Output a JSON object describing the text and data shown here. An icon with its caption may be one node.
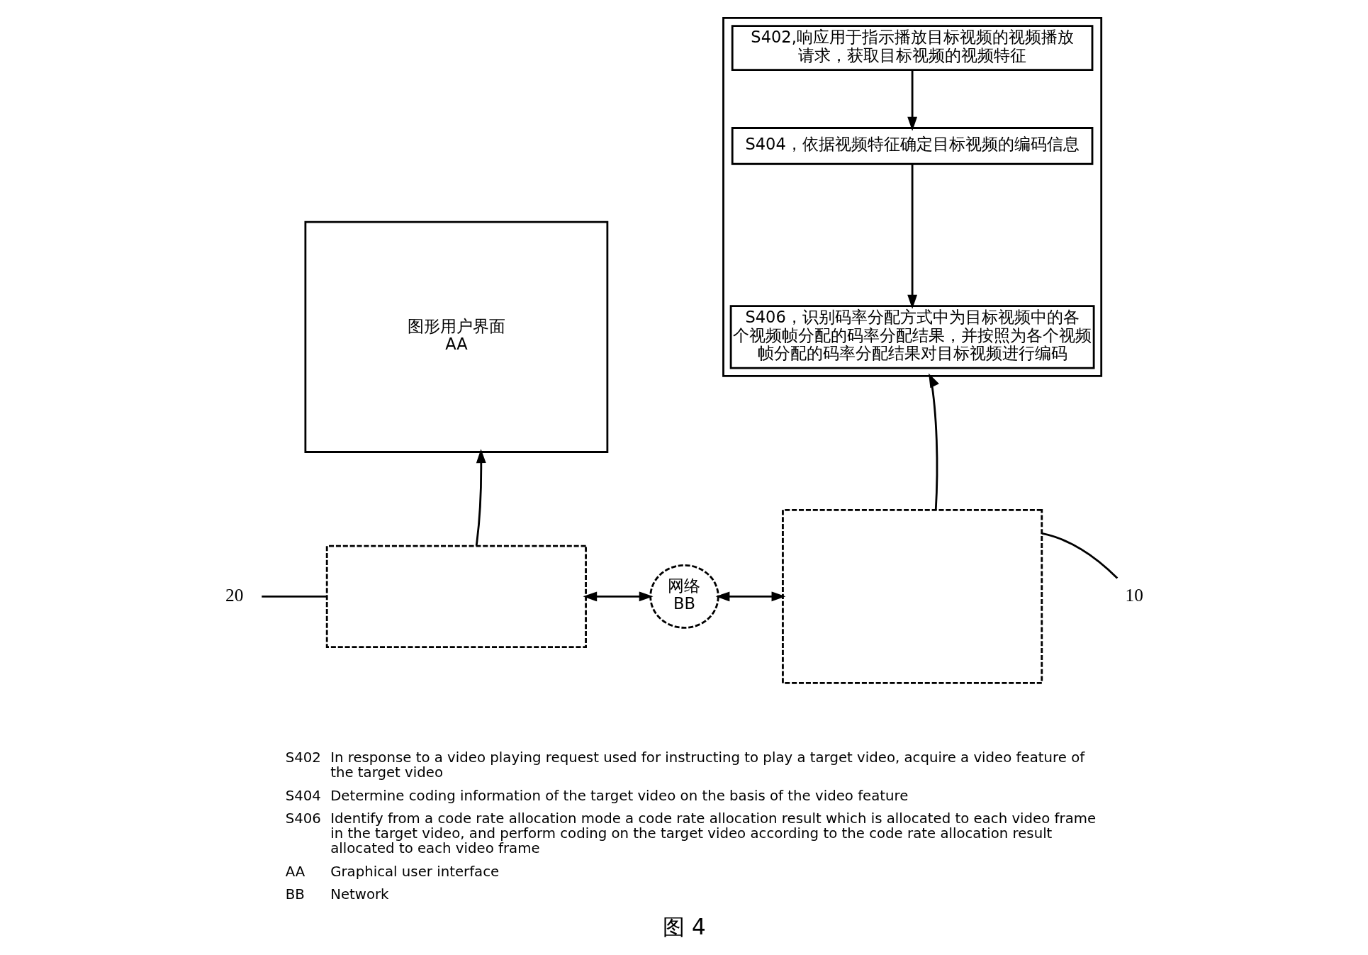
{
  "diagram": {
    "caption": "图 4",
    "nodes": [
      {
        "text": [
          "图形用户界面",
          "AA"
        ]
      },
      {
        "text": [],
        "shape": "box"
      },
      {
        "text": [
          "S402,响应用于指示播放目标视频的视频播放请求，获取目标视频的视频特征"
        ],
        "in": 1
      },
      {
        "text": [
          "S404，依据视频特征确定目标视频的编码信息"
        ],
        "in": 1
      },
      {
        "text": [
          "S406，识别码率分配方式中为目标视频中的各个视频帧分配的码率分配结果，并按照为各个视频帧分配的码率分配结果对目标视频进行编码"
        ],
        "in": 1
      },
      {
        "text": [],
        "shape": "box"
      },
      {
        "text": [
          "网络",
          "BB"
        ]
      },
      {
        "text": [],
        "shape": "box"
      },
      {
        "text": [
          "20"
        ]
      },
      {
        "text": [
          "10"
        ]
      }
    ],
    "edges": [
      {
        "from": 2,
        "to": 3,
        "arrow": "to"
      },
      {
        "from": 3,
        "to": 4,
        "arrow": "to"
      },
      {
        "from": 5,
        "to": 0,
        "arrow": "to"
      },
      {
        "from": 5,
        "to": 6,
        "arrow": "both"
      },
      {
        "from": 6,
        "to": 7,
        "arrow": "both"
      },
      {
        "from": 7,
        "to": 1,
        "arrow": "to"
      },
      {
        "from": 8,
        "to": 5,
        "arrow": "none"
      },
      {
        "from": 9,
        "to": 7,
        "arrow": "none"
      }
    ],
    "labels": [
      "S402",
      "In response to a video playing request used for instructing to play a target video, acquire a video feature of the target video",
      "S404",
      "Determine coding information of the target video on the basis of the video feature",
      "S406",
      "Identify from a code rate allocation mode a code rate allocation result which is allocated to each video frame in the target video, and perform coding on the target video according to the code rate allocation result allocated to each video frame",
      "AA",
      "Graphical user interface",
      "BB",
      "Network"
    ]
  }
}
